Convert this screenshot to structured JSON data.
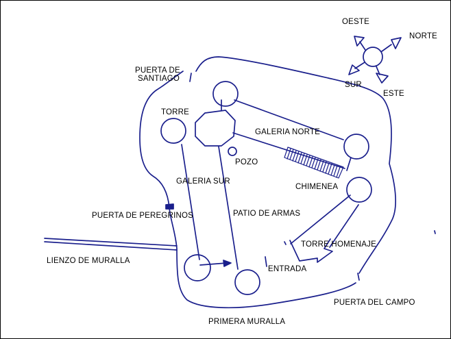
{
  "labels": {
    "oeste": "OESTE",
    "norte": "NORTE",
    "sur": "SUR",
    "este": "ESTE",
    "puerta_santiago_1": "PUERTA DE",
    "puerta_santiago_2": "SANTIAGO",
    "torre": "TORRE",
    "galeria_norte": "GALERIA NORTE",
    "pozo": "POZO",
    "galeria_sur": "GALERIA SUR",
    "chimenea": "CHIMENEA",
    "puerta_peregrinos": "PUERTA DE PEREGRINOS",
    "patio_armas": "PATIO DE ARMAS",
    "torre_homenaje": "TORRE HOMENAJE",
    "lienzo_muralla": "LIENZO DE MURALLA",
    "entrada": "ENTRADA",
    "puerta_campo": "PUERTA DEL CAMPO",
    "primera_muralla": "PRIMERA MURALLA"
  },
  "colors": {
    "ink": "#1a1f8c",
    "text": "#000000",
    "background": "#ffffff"
  }
}
